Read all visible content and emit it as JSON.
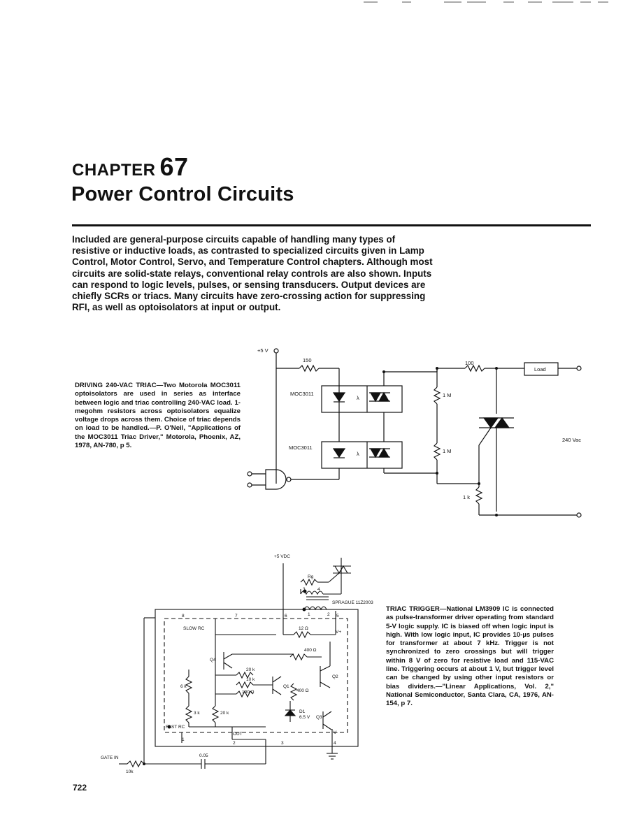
{
  "chapter": {
    "label": "CHAPTER",
    "number": "67",
    "title": "Power Control Circuits"
  },
  "intro": "Included are general-purpose circuits capable of handling many types of resistive or inductive loads, as contrasted to specialized circuits given in Lamp Control, Motor Control, Servo, and Temperature Control chapters. Although most circuits are solid-state relays, conventional relay controls are also shown. Inputs can respond to logic levels, pulses, or sensing transducers. Output devices are chiefly SCRs or triacs. Many circuits have zero-crossing action for suppressing RFI, as well as optoisolators at input or output.",
  "figure1": {
    "caption": "DRIVING 240-VAC TRIAC—Two Motorola MOC3011 optoisolators are used in series as interface between logic and triac controlling 240-VAC load. 1-megohm resistors across optoisolators equalize voltage drops across them. Choice of triac depends on load to be handled.—P. O'Neil, \"Applications of the MOC3011 Triac Driver,\" Motorola, Phoenix, AZ, 1978, AN-780, p 5.",
    "labels": {
      "supply": "+5 V",
      "r150": "150",
      "r100": "100",
      "load": "Load",
      "opto_top": "MOC3011",
      "opto_bottom": "MOC3011",
      "lambda": "λ",
      "r1m_top": "1 M",
      "r1m_bottom": "1 M",
      "vac": "240 Vac",
      "r1k": "1 k"
    }
  },
  "figure2": {
    "caption": "TRIAC TRIGGER—National LM3909 IC is connected as pulse-transformer driver operating from standard 5-V logic supply. IC is biased off when logic input is high. With low logic input, IC provides 10-µs pulses for transformer at about 7 kHz. Trigger is not synchronized to zero crossings but will trigger within 8 V of zero for resistive load and 115-VAC line. Triggering occurs at about 1 V, but trigger level can be changed by using other input resistors or bias dividers.—\"Linear Applications, Vol. 2,\" National Semiconductor, Santa Clara, CA, 1976, AN-154, p 7.",
    "labels": {
      "supply": "+5 VDC",
      "rg": "Rg",
      "sprague": "SPRAGUE 11Z2003",
      "pin8": "8",
      "pin7": "7",
      "pin6": "6",
      "pin5": "5",
      "pin1": "1",
      "pin2": "2",
      "pin3": "3",
      "pin4": "4",
      "slow_rc": "SLOW RC",
      "fast_rc": "FAST RC",
      "r12": "12 Ω",
      "vplus": "V+",
      "vminus": "V-",
      "r400a": "400 Ω",
      "r400b": "400 Ω",
      "r20k_a": "20 k",
      "r10k": "10 k",
      "r100": "100 Ω",
      "r6k": "6 k",
      "r3k": "3 k",
      "r20k_b": "20 k",
      "q1": "Q1",
      "q2": "Q2",
      "q3": "Q3",
      "q4": "Q4",
      "d1": "D1",
      "d1v": "6.5 V",
      "out": "OUT",
      "cap": "0.05",
      "gate_in": "GATE IN",
      "rin": "10k",
      "xfmr_pin3": "3",
      "xfmr_pin4": "4",
      "xfmr_pin1": "1",
      "xfmr_pin2": "2"
    }
  },
  "page_number": "722"
}
